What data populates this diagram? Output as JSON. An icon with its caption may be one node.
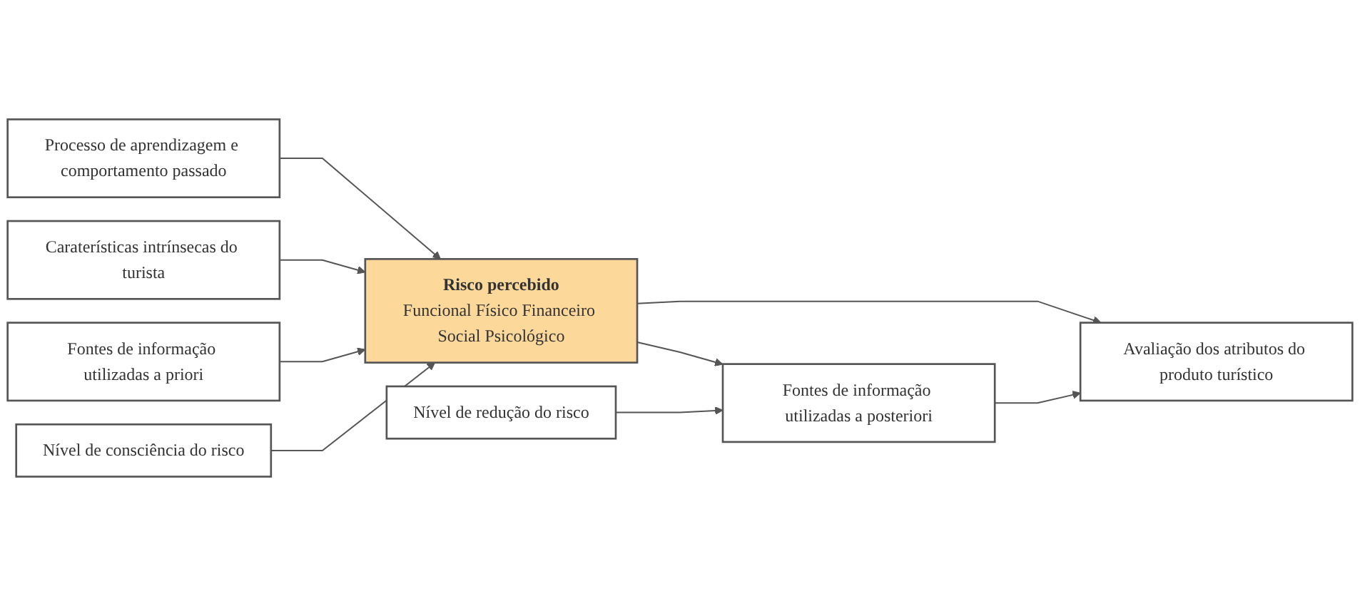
{
  "diagram": {
    "nodes": [
      {
        "text": [
          "Processo de aprendizagem e comportamento passado"
        ]
      },
      {
        "text": [
          "Caraterísticas intrínsecas do turista"
        ]
      },
      {
        "text": [
          "Fontes de informação utilizadas a priori"
        ]
      },
      {
        "text": [
          "Nível de consciência do risco"
        ]
      },
      {
        "text": [
          "Risco percebido",
          "Funcional Físico Financeiro Social Psicológico"
        ]
      },
      {
        "text": [
          "Avaliação dos atributos do produto turístico"
        ]
      },
      {
        "text": [
          "Fontes de informação utilizadas a posteriori"
        ]
      },
      {
        "text": [
          "Nível de redução do risco"
        ]
      }
    ],
    "edges": [
      {
        "from": 0,
        "to": 4,
        "arrow": "to"
      },
      {
        "from": 1,
        "to": 4,
        "arrow": "to"
      },
      {
        "from": 2,
        "to": 4,
        "arrow": "to"
      },
      {
        "from": 3,
        "to": 4,
        "arrow": "to"
      },
      {
        "from": 4,
        "to": 5,
        "arrow": "to"
      },
      {
        "from": 4,
        "to": 6,
        "arrow": "to"
      },
      {
        "from": 6,
        "to": 5,
        "arrow": "to"
      },
      {
        "from": 7,
        "to": 6,
        "arrow": "to"
      }
    ]
  }
}
